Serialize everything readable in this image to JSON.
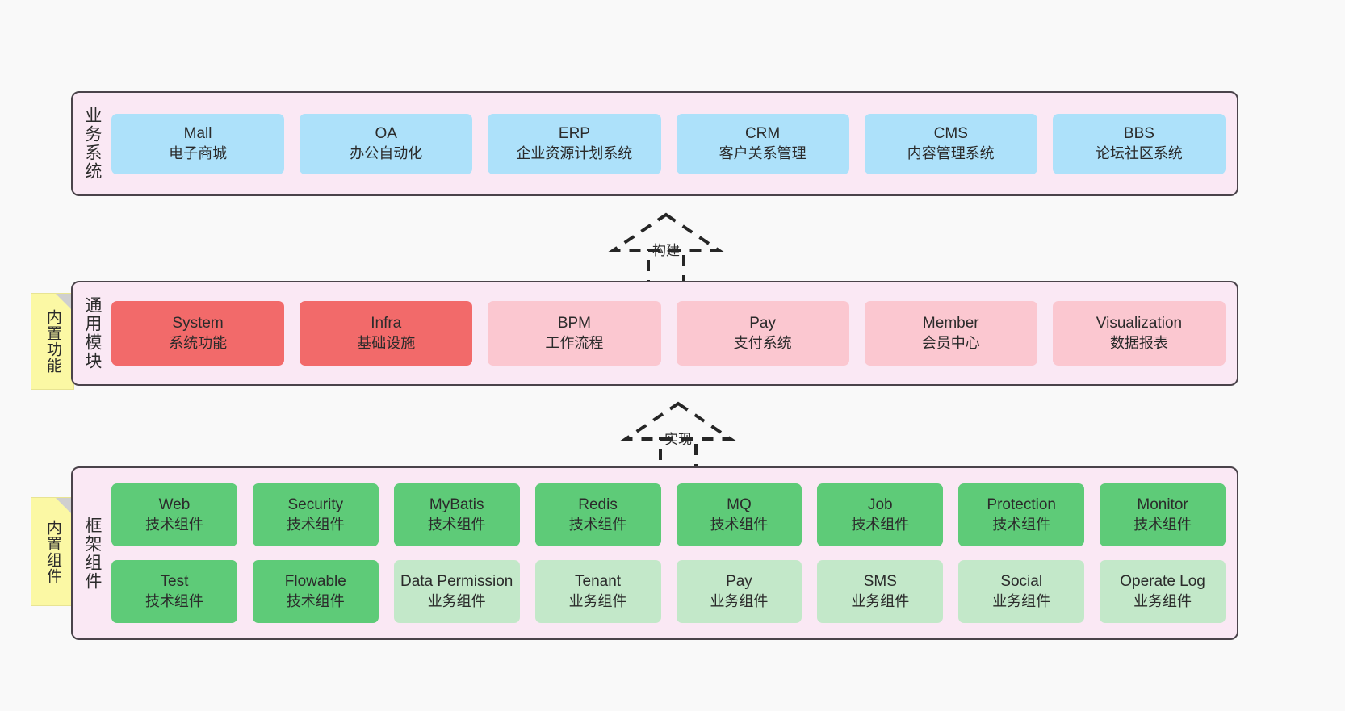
{
  "diagram": {
    "title_implicit": "",
    "background": "#f9f9f9",
    "layer_fill": "#fae8f4",
    "layer_border": "#4a434a"
  },
  "layers": [
    {
      "id": "business",
      "title": "业务系统",
      "rows": [
        {
          "cells": [
            {
              "en": "Mall",
              "cn": "电子商城",
              "color": "#ade1fa"
            },
            {
              "en": "OA",
              "cn": "办公自动化",
              "color": "#ade1fa"
            },
            {
              "en": "ERP",
              "cn": "企业资源计划系统",
              "color": "#ade1fa"
            },
            {
              "en": "CRM",
              "cn": "客户关系管理",
              "color": "#ade1fa"
            },
            {
              "en": "CMS",
              "cn": "内容管理系统",
              "color": "#ade1fa"
            },
            {
              "en": "BBS",
              "cn": "论坛社区系统",
              "color": "#ade1fa"
            }
          ]
        }
      ]
    },
    {
      "id": "modules",
      "title": "通用模块",
      "note": "内置功能",
      "rows": [
        {
          "cells": [
            {
              "en": "System",
              "cn": "系统功能",
              "color": "#f26a6a"
            },
            {
              "en": "Infra",
              "cn": "基础设施",
              "color": "#f26a6a"
            },
            {
              "en": "BPM",
              "cn": "工作流程",
              "color": "#fbc7d0"
            },
            {
              "en": "Pay",
              "cn": "支付系统",
              "color": "#fbc7d0"
            },
            {
              "en": "Member",
              "cn": "会员中心",
              "color": "#fbc7d0"
            },
            {
              "en": "Visualization",
              "cn": "数据报表",
              "color": "#fbc7d0"
            }
          ]
        }
      ]
    },
    {
      "id": "framework",
      "title": "框架组件",
      "note": "内置组件",
      "rows": [
        {
          "cells": [
            {
              "en": "Web",
              "cn": "技术组件",
              "color": "#5ecb78"
            },
            {
              "en": "Security",
              "cn": "技术组件",
              "color": "#5ecb78"
            },
            {
              "en": "MyBatis",
              "cn": "技术组件",
              "color": "#5ecb78"
            },
            {
              "en": "Redis",
              "cn": "技术组件",
              "color": "#5ecb78"
            },
            {
              "en": "MQ",
              "cn": "技术组件",
              "color": "#5ecb78"
            },
            {
              "en": "Job",
              "cn": "技术组件",
              "color": "#5ecb78"
            },
            {
              "en": "Protection",
              "cn": "技术组件",
              "color": "#5ecb78"
            },
            {
              "en": "Monitor",
              "cn": "技术组件",
              "color": "#5ecb78"
            }
          ]
        },
        {
          "cells": [
            {
              "en": "Test",
              "cn": "技术组件",
              "color": "#5ecb78"
            },
            {
              "en": "Flowable",
              "cn": "技术组件",
              "color": "#5ecb78"
            },
            {
              "en": "Data Permission",
              "cn": "业务组件",
              "color": "#c3e8c9"
            },
            {
              "en": "Tenant",
              "cn": "业务组件",
              "color": "#c3e8c9"
            },
            {
              "en": "Pay",
              "cn": "业务组件",
              "color": "#c3e8c9"
            },
            {
              "en": "SMS",
              "cn": "业务组件",
              "color": "#c3e8c9"
            },
            {
              "en": "Social",
              "cn": "业务组件",
              "color": "#c3e8c9"
            },
            {
              "en": "Operate Log",
              "cn": "业务组件",
              "color": "#c3e8c9"
            }
          ]
        }
      ]
    }
  ],
  "arrows": [
    {
      "id": "build",
      "label": "构建"
    },
    {
      "id": "implement",
      "label": "实现"
    }
  ]
}
